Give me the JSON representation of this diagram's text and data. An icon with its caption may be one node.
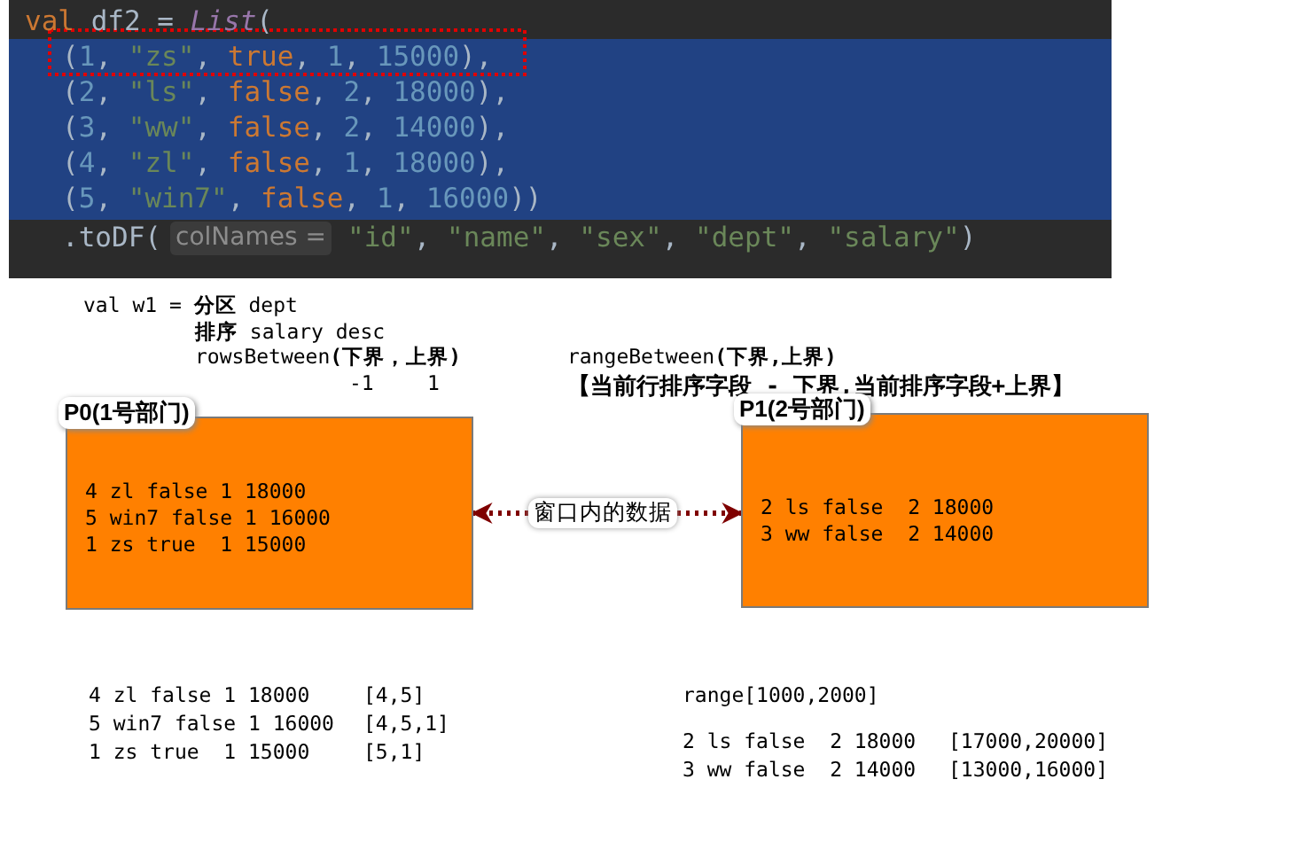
{
  "diagram": {
    "nodes": [
      {
        "text": [
          "P0(1号部门)",
          "4 zl false 1 18000",
          "5 win7 false 1 16000",
          "1 zs true  1 15000"
        ]
      },
      {
        "text": [
          "窗口内的数据"
        ]
      },
      {
        "text": [
          "P1(2号部门)",
          "2 ls false  2 18000",
          "3 ww false  2 14000"
        ]
      }
    ],
    "edges": [
      {
        "from": 1,
        "to": 0,
        "arrow": "to",
        "style": "dashed"
      },
      {
        "from": 1,
        "to": 2,
        "arrow": "to",
        "style": "dashed"
      }
    ],
    "labels": [
      "val df2 = List(",
      "(1, \"zs\", true, 1, 15000),",
      "(2, \"ls\", false, 2, 18000),",
      "(3, \"ww\", false, 2, 14000),",
      "(4, \"zl\", false, 1, 18000),",
      "(5, \"win7\", false, 1, 16000))",
      ".toDF(",
      "colNames =",
      "\"id\", \"name\", \"sex\", \"dept\", \"salary\")",
      "val w1 = **分区** dept",
      "**排序** salary desc",
      "rowsBetween**(下界，上界)**",
      "rangeBetween**(下界,上界)**",
      "-1",
      "1",
      "【当前行排序字段 - 下界,当前排序字段+上界】",
      "4 zl false 1 18000",
      "[4,5]",
      "5 win7 false 1 16000",
      "[4,5,1]",
      "1 zs true  1 15000",
      "[5,1]",
      "range[1000,2000]",
      "2 ls false  2 18000",
      "[17000,20000]",
      "3 ww false  2 14000",
      "[13000,16000]"
    ]
  }
}
